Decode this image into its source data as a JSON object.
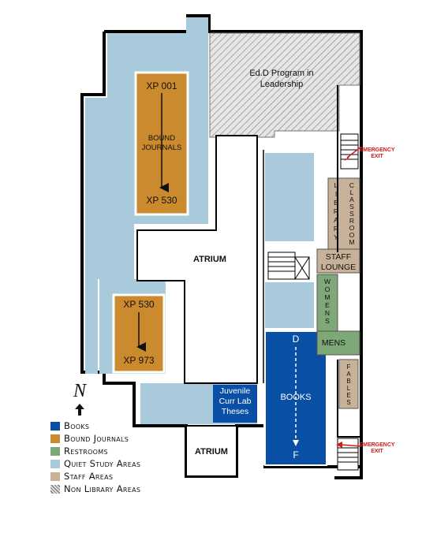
{
  "colors": {
    "books": "#0a4fa6",
    "bound_journals": "#cc8a2e",
    "restrooms": "#7ea878",
    "quiet_study": "#a8cadb",
    "staff": "#c7b299",
    "non_library": "hatched-gray",
    "emergency": "#d11a1a"
  },
  "areas": {
    "edd_program": "Ed.D Program in Leadership",
    "journals_top": {
      "start": "XP 001",
      "label": "BOUND JOURNALS",
      "end": "XP 530"
    },
    "journals_bottom": {
      "start": "XP 530",
      "end": "XP 973"
    },
    "atrium_center": "ATRIUM",
    "atrium_bottom": "ATRIUM",
    "juvenile": "Juvenile Curr Lab Theses",
    "books": {
      "start": "D",
      "label": "BOOKS",
      "end": "F"
    },
    "library_classroom_left": "LIBRARY",
    "library_classroom_right": "CLASSROOM",
    "staff_lounge": "STAFF LOUNGE",
    "womens": "WOMENS",
    "mens": "MENS",
    "fables": "FABLES",
    "emergency_exit_top": "EMERGENCY EXIT",
    "emergency_exit_bottom": "EMERGENCY EXIT"
  },
  "compass": {
    "letter": "N",
    "icon": "north-arrow-icon"
  },
  "legend": [
    {
      "label": "Books",
      "color": "#0a4fa6"
    },
    {
      "label": "Bound Journals",
      "color": "#cc8a2e"
    },
    {
      "label": "Restrooms",
      "color": "#7ea878"
    },
    {
      "label": "Quiet Study Areas",
      "color": "#a8cadb"
    },
    {
      "label": "Staff Areas",
      "color": "#c7b299"
    },
    {
      "label": "Non Library Areas",
      "color": "hatched"
    }
  ]
}
